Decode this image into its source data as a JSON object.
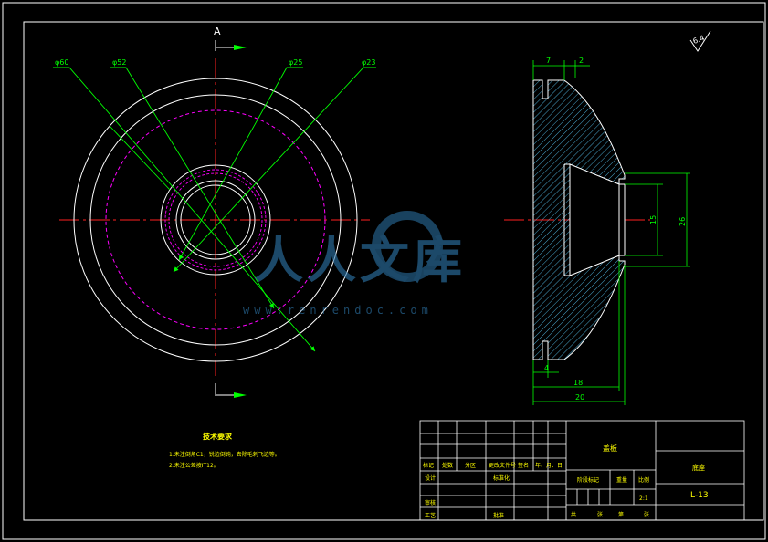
{
  "view_label": "A",
  "diameters": [
    "φ60",
    "φ52",
    "φ25",
    "φ23"
  ],
  "section_dims": {
    "top_left": "7",
    "top_right": "2",
    "bottom_small": "4",
    "bottom_mid": "18",
    "bottom_total": "20",
    "inner_dia": "15",
    "outer_dia": "26"
  },
  "roughness": "6.4",
  "tech_requirements": {
    "title": "技术要求",
    "lines": [
      "1.未注倒角C1，锐边倒钝，去除毛刺飞边等。",
      "2.未注公差按IT12。"
    ]
  },
  "watermark": {
    "text": "人人文库",
    "url": "www.renrendoc.com"
  },
  "title_block": {
    "revision_headers": [
      "标记",
      "处数",
      "分区",
      "更改文件号",
      "签名",
      "年、月、日"
    ],
    "row_design": "设计",
    "row_standard": "标准化",
    "row_review": "审核",
    "row_process": "工艺",
    "row_approve": "批准",
    "part_name": "盖板",
    "stage_label": "阶段标记",
    "weight_label": "重量",
    "scale_label": "比例",
    "scale_value": "2:1",
    "sheet_total_label": "共",
    "sheet_total_unit": "张",
    "sheet_no_label": "第",
    "sheet_no_unit": "张",
    "material": "底座",
    "drawing_no": "L-13"
  }
}
